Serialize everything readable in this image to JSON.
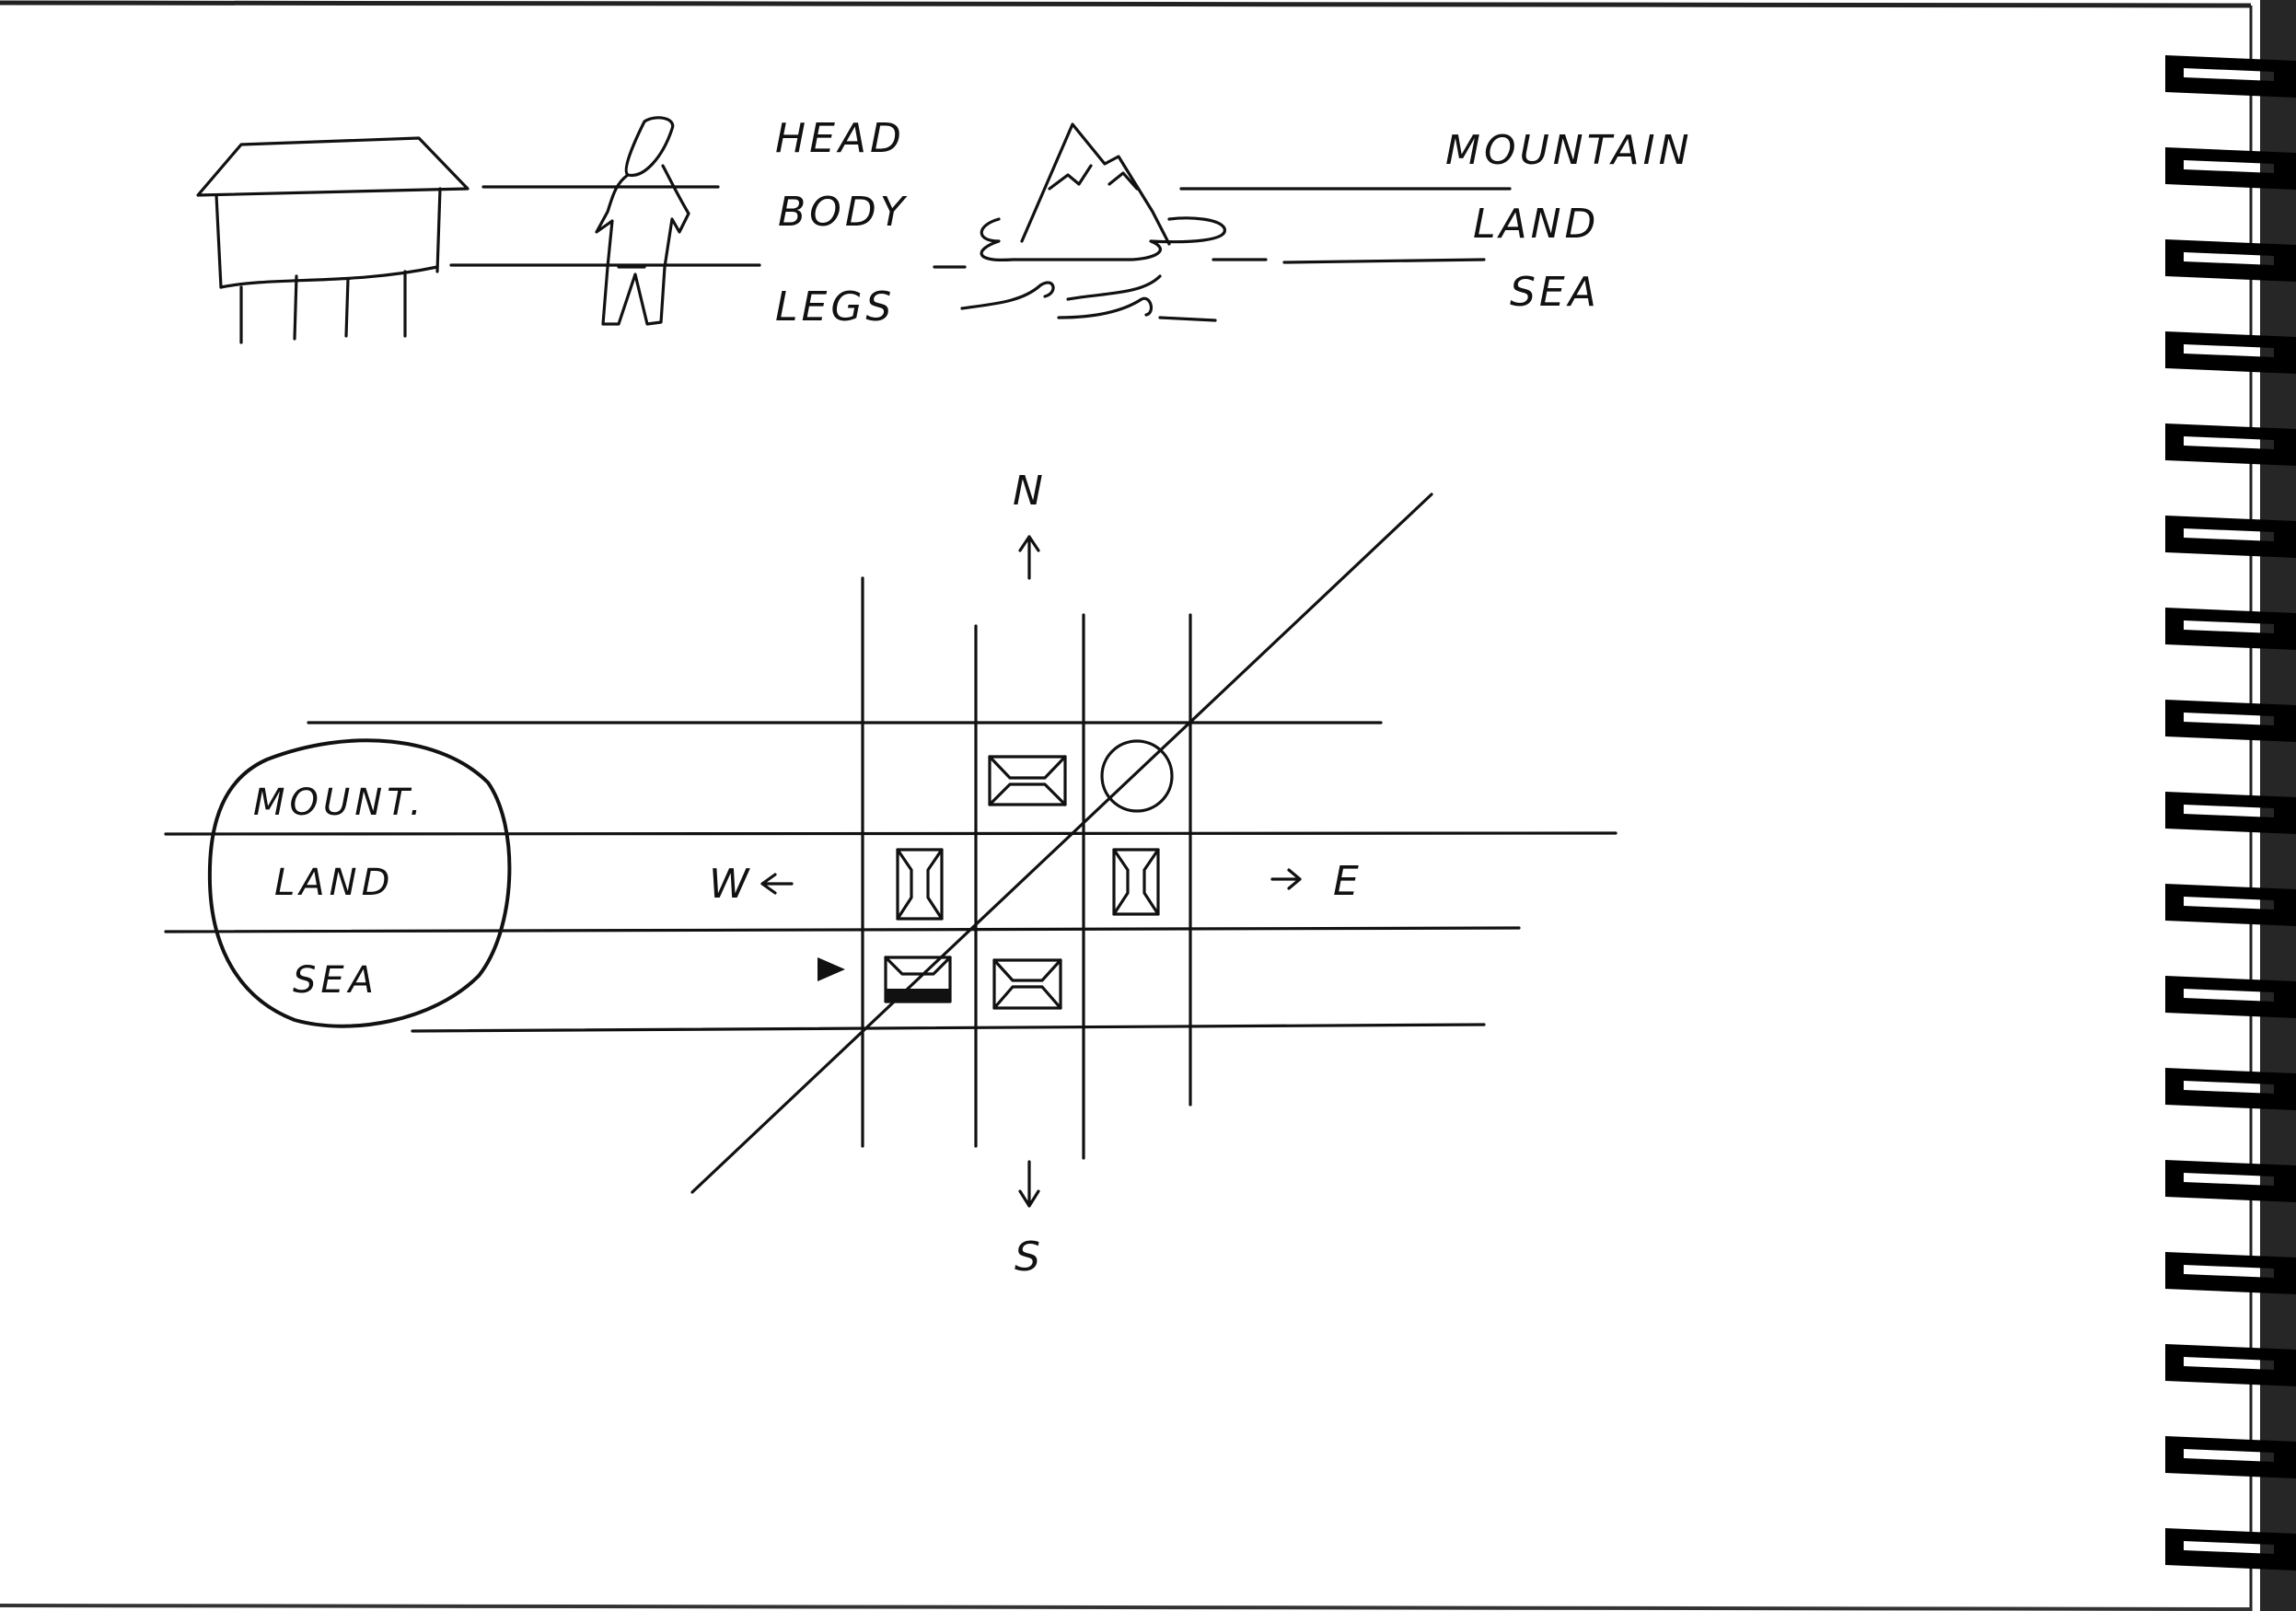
{
  "top_labels": {
    "figure_parts": [
      "HEAD",
      "BODY",
      "LEGS"
    ],
    "island_parts": [
      "MOUNTAIN",
      "LAND",
      "SEA"
    ]
  },
  "compass": {
    "north": "N",
    "south": "S",
    "west": "W",
    "east": "E"
  },
  "circle_labels": [
    "MOUNT.",
    "LAND",
    "SEA"
  ],
  "colors": {
    "ink": "#111111",
    "paper": "#ffffff",
    "binding": "#000000"
  },
  "grid_symbols": [
    {
      "name": "envelope",
      "row": "mountain",
      "col": 2
    },
    {
      "name": "circle",
      "row": "mountain",
      "col": 3
    },
    {
      "name": "hourglass",
      "row": "land",
      "col": 1
    },
    {
      "name": "hourglass",
      "row": "land",
      "col": 3
    },
    {
      "name": "envelope-filled-base",
      "row": "sea",
      "col": 1
    },
    {
      "name": "envelope",
      "row": "sea",
      "col": 2
    },
    {
      "name": "triangle-marker",
      "row": "sea",
      "col": 0
    }
  ]
}
